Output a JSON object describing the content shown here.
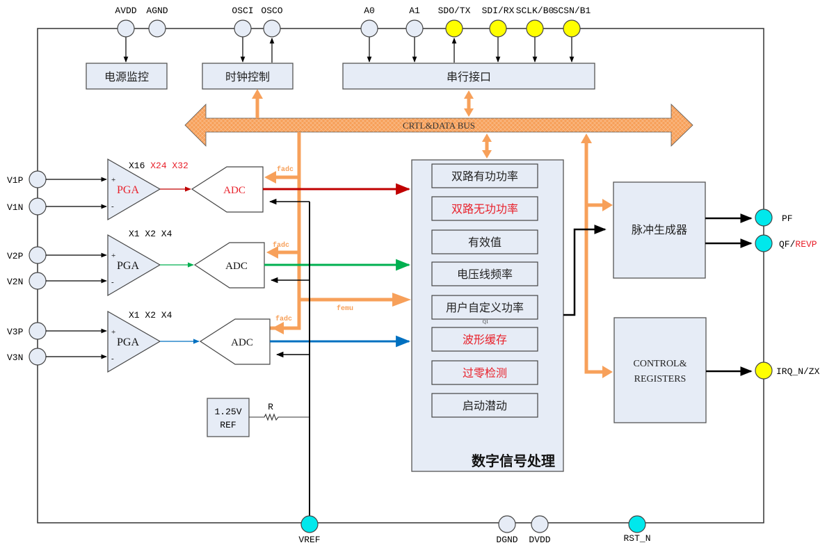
{
  "top_pins": [
    {
      "label": "AVDD",
      "color": "#e6ecf6"
    },
    {
      "label": "AGND",
      "color": "#e6ecf6"
    },
    {
      "label": "OSCI",
      "color": "#e6ecf6"
    },
    {
      "label": "OSCO",
      "color": "#e6ecf6"
    },
    {
      "label": "A0",
      "color": "#e6ecf6"
    },
    {
      "label": "A1",
      "color": "#e6ecf6"
    },
    {
      "label": "SDO/TX",
      "color": "#ffff00"
    },
    {
      "label": "SDI/RX",
      "color": "#ffff00"
    },
    {
      "label": "SCLK/B0",
      "color": "#ffff00"
    },
    {
      "label": "SCSN/B1",
      "color": "#ffff00"
    }
  ],
  "left_pins": [
    "V1P",
    "V1N",
    "V2P",
    "V2N",
    "V3P",
    "V3N"
  ],
  "bottom_pins": [
    {
      "label": "VREF",
      "color": "#00e8ec"
    },
    {
      "label": "DGND",
      "color": "#e6ecf6"
    },
    {
      "label": "DVDD",
      "color": "#e6ecf6"
    },
    {
      "label": "RST_N",
      "color": "#00e8ec"
    }
  ],
  "right_pins": [
    {
      "label": "PF",
      "color": "#00e8ec"
    },
    {
      "label_a": "QF/",
      "label_b": "REVP",
      "color": "#00e8ec"
    },
    {
      "label": "IRQ_N/ZX",
      "color": "#ffff00"
    }
  ],
  "blocks": {
    "power_monitor": "电源监控",
    "clock_control": "时钟控制",
    "serial_interface": "串行接口",
    "pulse_generator": "脉冲生成器",
    "control_registers_line1": "CONTROL&",
    "control_registers_line2": "REGISTERS",
    "ref_line1": "1.25V",
    "ref_line2": "REF",
    "resistor": "R"
  },
  "bus": {
    "label": "CRTL&DATA  BUS"
  },
  "pga": [
    {
      "label": "PGA",
      "gain_a": "X16 ",
      "gain_b": "X24 X32",
      "red": true,
      "signal_color": "#c00000"
    },
    {
      "label": "PGA",
      "gain_a": "X1 X2 X4",
      "gain_b": "",
      "red": false,
      "signal_color": "#00b050"
    },
    {
      "label": "PGA",
      "gain_a": "X1 X2 X4",
      "gain_b": "",
      "red": false,
      "signal_color": "#0070c0"
    }
  ],
  "adc": [
    {
      "label": "ADC",
      "red": true
    },
    {
      "label": "ADC",
      "red": false
    },
    {
      "label": "ADC",
      "red": false
    }
  ],
  "clock_labels": {
    "fadc": "fadc",
    "femu": "femu"
  },
  "dsp": {
    "title": "数字信号处理",
    "items": [
      {
        "label": "双路有功功率",
        "red": false
      },
      {
        "label": "双路无功功率",
        "red": true
      },
      {
        "label": "有效值",
        "red": false
      },
      {
        "label": "电压线频率",
        "red": false
      },
      {
        "label": "用户自定义功率",
        "red": false
      },
      {
        "label": "波形缓存",
        "red": true
      },
      {
        "label": "过零检测",
        "red": true
      },
      {
        "label": "启动潜动",
        "red": false
      }
    ],
    "note": "Q1"
  },
  "colors": {
    "bus": "#f7a05a",
    "block_fill": "#e6ecf6",
    "red": "#e8202a"
  }
}
